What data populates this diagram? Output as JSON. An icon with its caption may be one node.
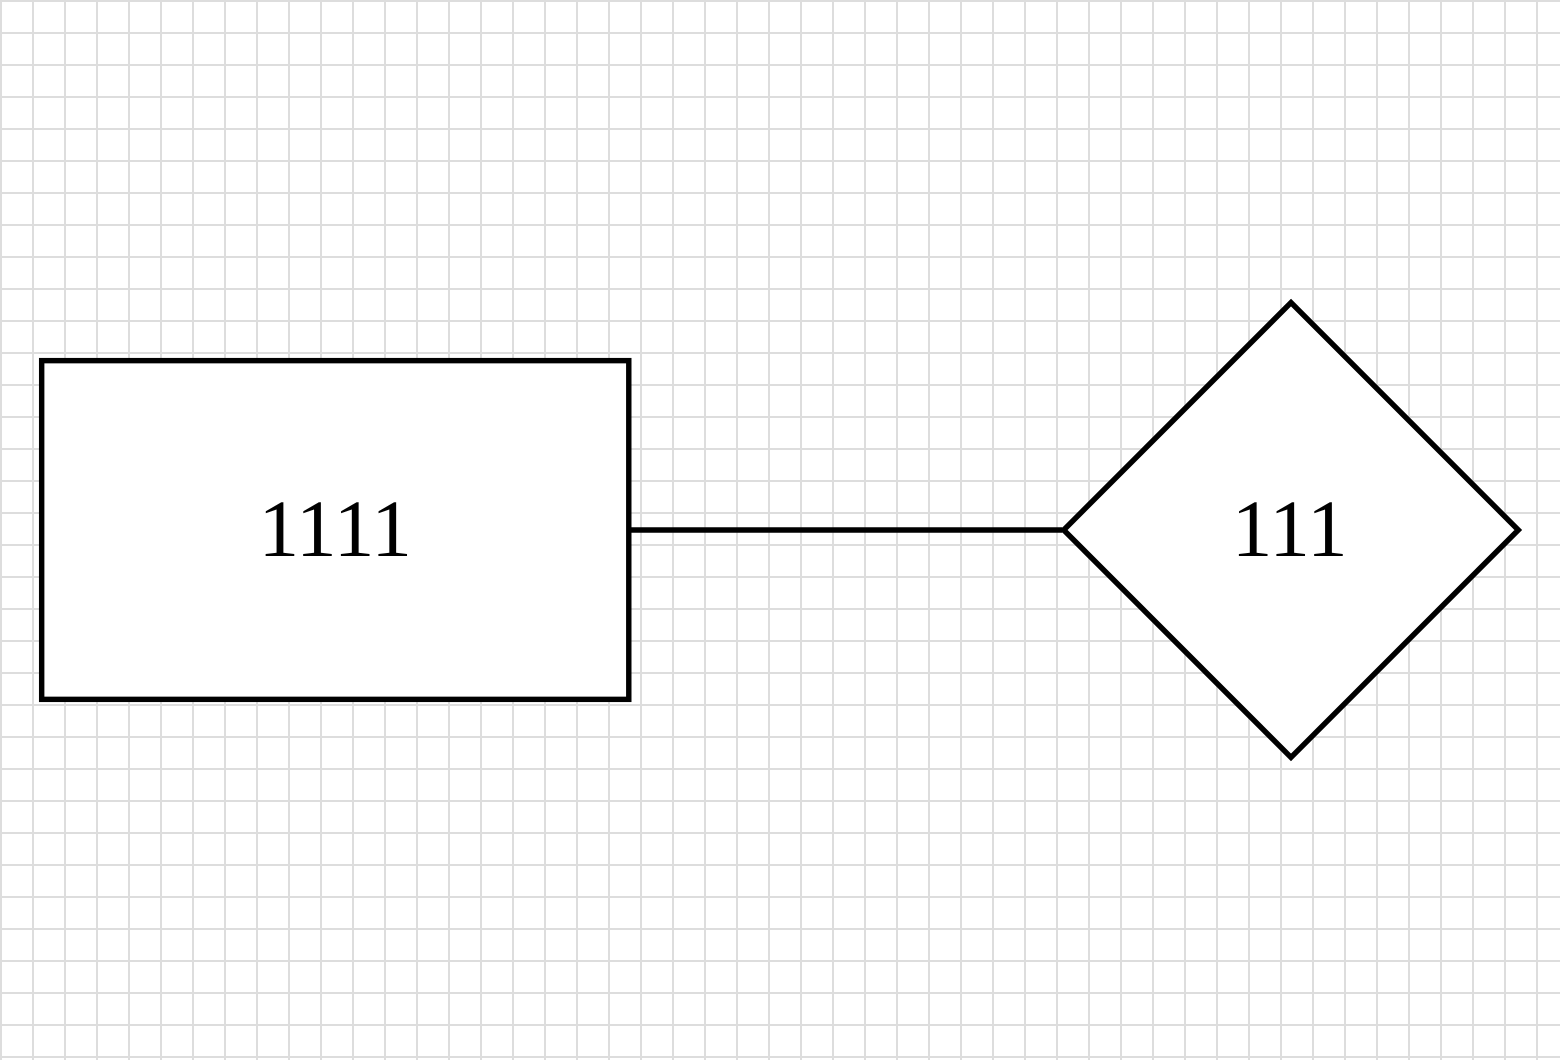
{
  "diagram": {
    "nodes": [
      {
        "text": [
          "1111"
        ]
      },
      {
        "text": [
          "111"
        ]
      }
    ],
    "edges": [
      {
        "from": 0,
        "to": 1,
        "arrow": "none"
      }
    ]
  }
}
